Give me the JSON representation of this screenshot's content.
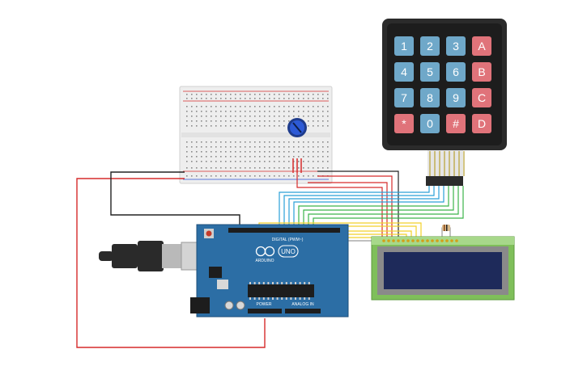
{
  "keypad": {
    "rows": [
      [
        "1",
        "2",
        "3",
        "A"
      ],
      [
        "4",
        "5",
        "6",
        "B"
      ],
      [
        "7",
        "8",
        "9",
        "C"
      ],
      [
        "*",
        "0",
        "#",
        "D"
      ]
    ],
    "colors": {
      "number": "#6fa8c9",
      "letter": "#e0737a",
      "body": "#2b2b2b"
    }
  },
  "arduino": {
    "model_label": "UNO",
    "logo_label": "ARDUINO",
    "digital_label": "DIGITAL (PWM~)",
    "power_label": "POWER",
    "analog_label": "ANALOG IN",
    "board_color": "#2c6ea5"
  },
  "lcd": {
    "screen_color": "#1e2a5a",
    "bezel_color": "#7fbf5a"
  },
  "wire_colors": {
    "red": "#d62b2b",
    "black": "#222222",
    "blue": "#2aa1d8",
    "green": "#3bb54a",
    "yellow": "#f2d12a",
    "gray": "#9a9a9a"
  }
}
